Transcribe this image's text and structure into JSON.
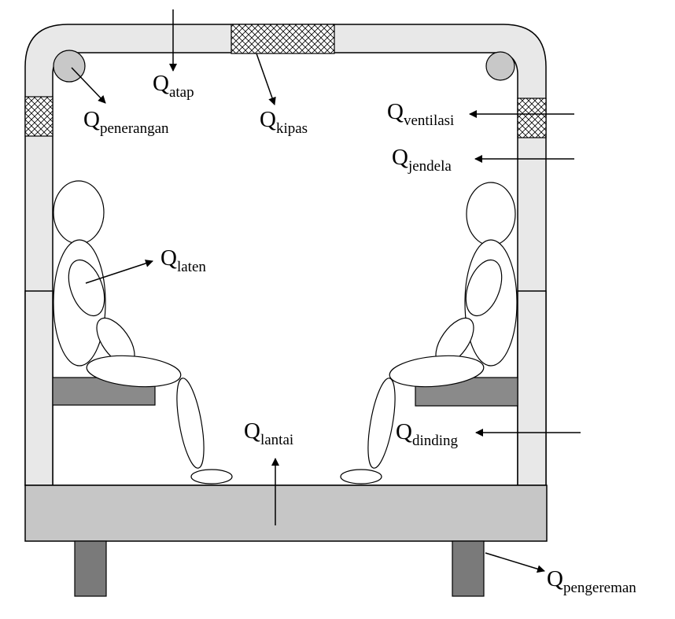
{
  "diagram": {
    "colors": {
      "frame": "#e8e8e8",
      "base": "#c6c6c6",
      "seat": "#8a8a8a",
      "wheel": "#7a7a7a",
      "lamp": "#c8c8c8",
      "outline": "#000000"
    },
    "labels": {
      "atap": {
        "main": "Q",
        "sub": "atap"
      },
      "penerangan": {
        "main": "Q",
        "sub": "penerangan"
      },
      "kipas": {
        "main": "Q",
        "sub": "kipas"
      },
      "ventilasi": {
        "main": "Q",
        "sub": "ventilasi"
      },
      "jendela": {
        "main": "Q",
        "sub": "jendela"
      },
      "laten": {
        "main": "Q",
        "sub": "laten"
      },
      "lantai": {
        "main": "Q",
        "sub": "lantai"
      },
      "dinding": {
        "main": "Q",
        "sub": "dinding"
      },
      "pengereman": {
        "main": "Q",
        "sub": "pengereman"
      }
    }
  }
}
